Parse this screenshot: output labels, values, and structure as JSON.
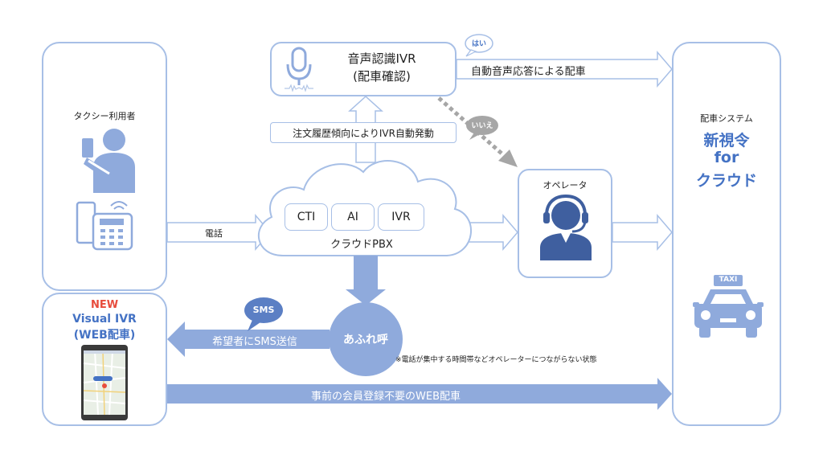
{
  "customer": {
    "label": "タクシー利用者",
    "call_label": "電話"
  },
  "visual_ivr": {
    "new_label": "NEW",
    "title_line1": "Visual IVR",
    "title_line2": "(WEB配車)",
    "sms_text": "希望者にSMS送信",
    "sms_badge": "SMS",
    "web_text": "事前の会員登録不要のWEB配車"
  },
  "voice_ivr": {
    "title_line1": "音声認識IVR",
    "title_line2": "(配車確認)",
    "yes_bubble": "はい",
    "no_bubble": "いいえ",
    "auto_text": "自動音声応答による配車",
    "history_text": "注文履歴傾向によりIVR自動発動"
  },
  "cloud": {
    "items": [
      "CTI",
      "AI",
      "IVR"
    ],
    "label": "クラウドPBX",
    "overflow_label": "あふれ呼",
    "overflow_note": "※電話が集中する時間帯などオペレーターにつながらない状態"
  },
  "operator": {
    "label": "オペレータ"
  },
  "dispatch": {
    "label": "配車システム",
    "name_line1": "新視令",
    "name_line2": "for",
    "name_line3": "クラウド",
    "taxi_sign": "TAXI"
  }
}
